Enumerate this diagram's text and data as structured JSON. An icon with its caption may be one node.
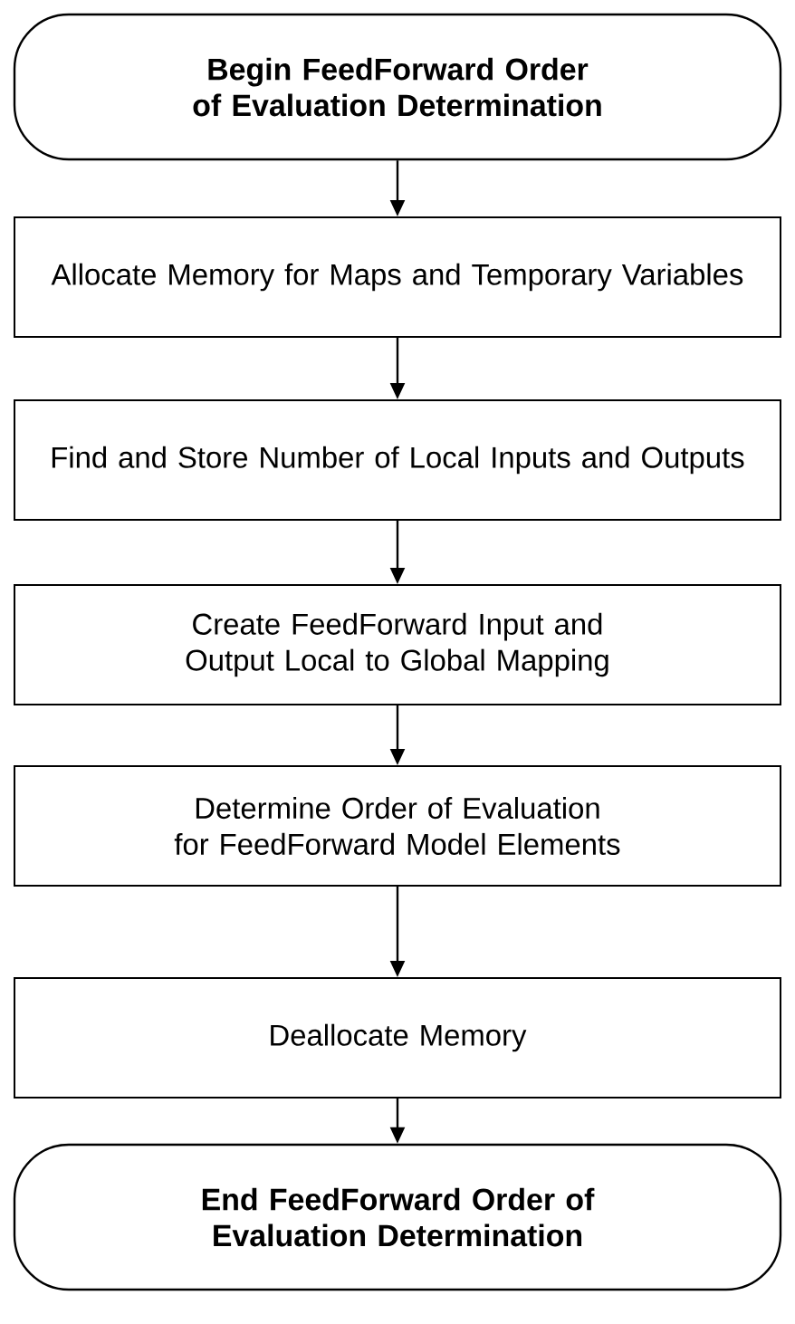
{
  "diagram": {
    "nodes": [
      {
        "text": [
          "Begin FeedForward Order of Evaluation Determination"
        ]
      },
      {
        "text": [
          "Allocate Memory for Maps and Temporary Variables"
        ]
      },
      {
        "text": [
          "Find and Store Number of Local Inputs and Outputs"
        ]
      },
      {
        "text": [
          "Create FeedForward Input and Output Local to Global Mapping"
        ]
      },
      {
        "text": [
          "Determine Order of Evaluation for FeedForward Model Elements"
        ]
      },
      {
        "text": [
          "Deallocate Memory"
        ]
      },
      {
        "text": [
          "End FeedForward Order of Evaluation Determination"
        ]
      }
    ],
    "edges": [
      {
        "from": 0,
        "to": 1,
        "arrow": "to"
      },
      {
        "from": 1,
        "to": 2,
        "arrow": "to"
      },
      {
        "from": 2,
        "to": 3,
        "arrow": "to"
      },
      {
        "from": 3,
        "to": 4,
        "arrow": "to"
      },
      {
        "from": 4,
        "to": 5,
        "arrow": "to"
      },
      {
        "from": 5,
        "to": 6,
        "arrow": "to"
      }
    ]
  }
}
